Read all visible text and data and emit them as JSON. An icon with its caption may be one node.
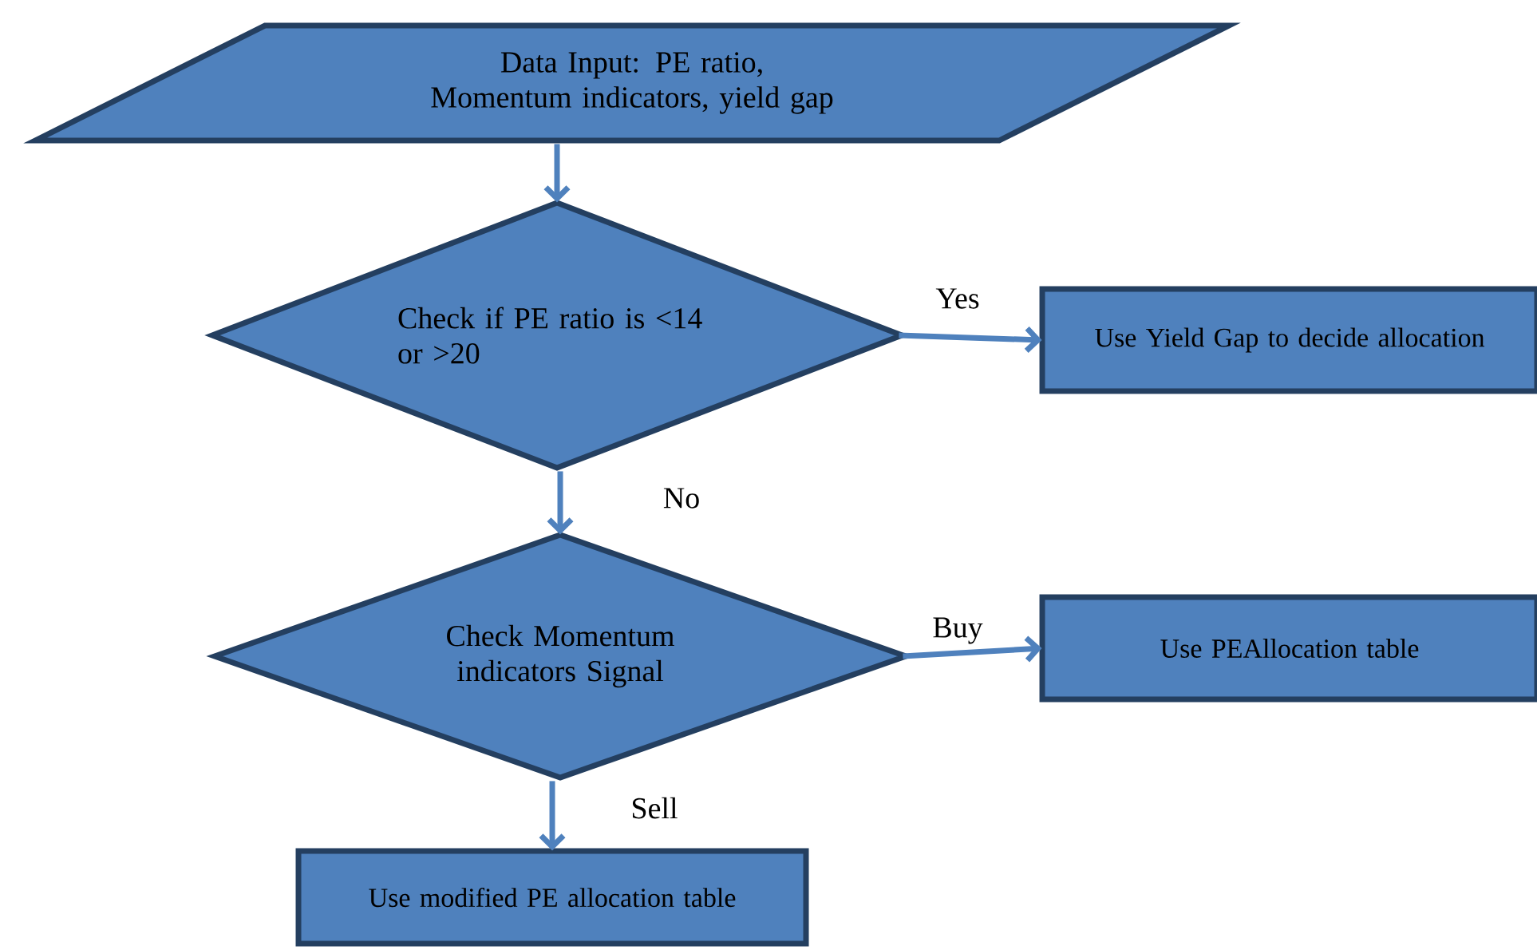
{
  "diagram": {
    "nodes": [
      {
        "text": [
          "Data Input: PE ratio, Momentum indicators, yield gap"
        ]
      },
      {
        "text": [
          "Check if PE ratio is <14 or >20"
        ]
      },
      {
        "text": [
          "Use Yield Gap to decide allocation"
        ]
      },
      {
        "text": [
          "Check Momentum indicators Signal"
        ]
      },
      {
        "text": [
          "Use PEAllocation table"
        ]
      },
      {
        "text": [
          "Use modified PE allocation table"
        ]
      }
    ],
    "edges": [
      {
        "from": 0,
        "to": 1,
        "arrow": "to"
      },
      {
        "from": 1,
        "to": 2,
        "arrow": "to",
        "label": "Yes"
      },
      {
        "from": 1,
        "to": 3,
        "arrow": "to",
        "label": "No"
      },
      {
        "from": 3,
        "to": 4,
        "arrow": "to",
        "label": "Buy"
      },
      {
        "from": 3,
        "to": 5,
        "arrow": "to",
        "label": "Sell"
      }
    ]
  }
}
